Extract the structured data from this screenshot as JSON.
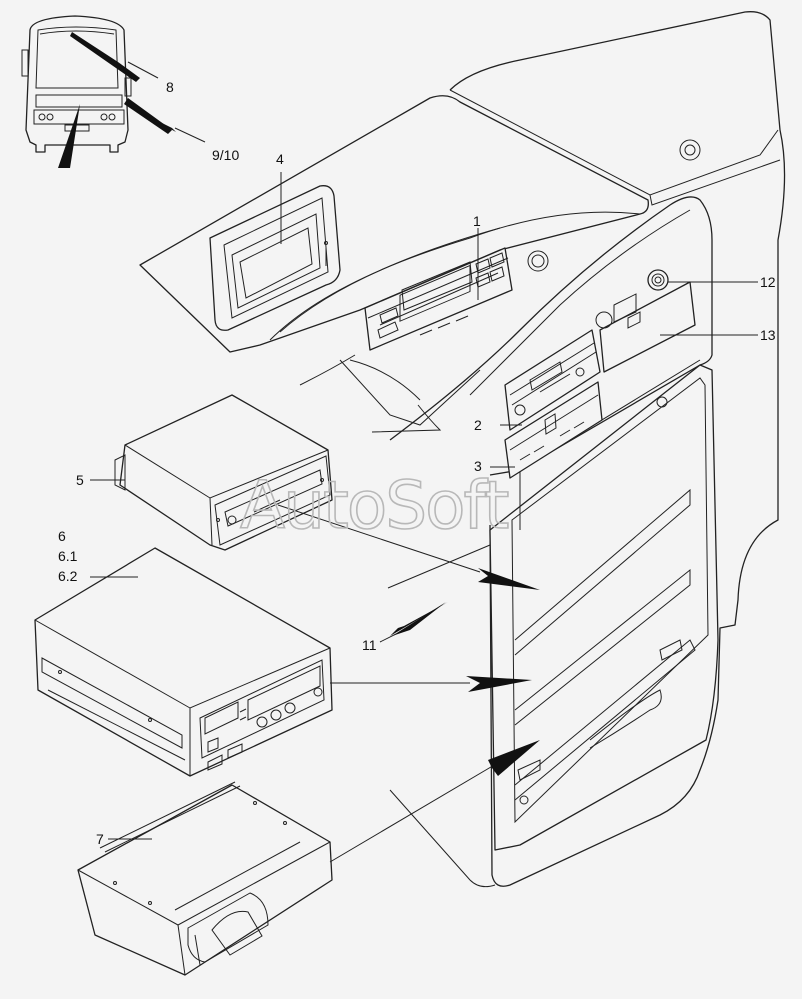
{
  "callouts": {
    "c1": "1",
    "c2": "2",
    "c3": "3",
    "c4": "4",
    "c5": "5",
    "c6": "6",
    "c61": "6.1",
    "c62": "6.2",
    "c7": "7",
    "c8": "8",
    "c910": "9/10",
    "c11": "11",
    "c12": "12",
    "c13": "13"
  },
  "watermark": "AutoSoft"
}
